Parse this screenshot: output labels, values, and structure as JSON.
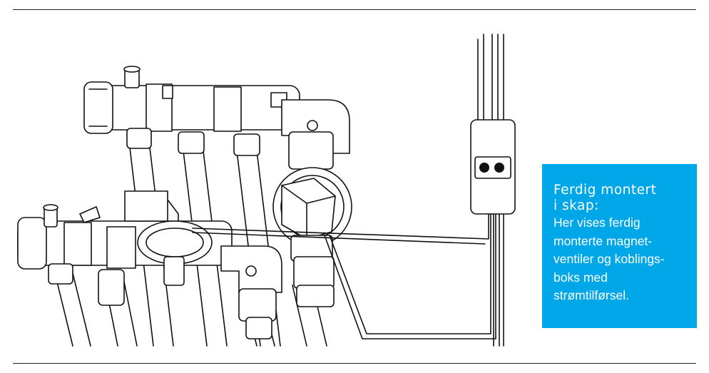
{
  "callout": {
    "title": "Ferdig montert\ni skap:",
    "body": "Her vises ferdig\nmonterte magnet-\nventiler og koblings-\nboks med\nstrømtilførsel.",
    "background_color": "#00a7e8",
    "text_color": "#ffffff"
  },
  "illustration": {
    "items": [
      "manifold-pipes",
      "solenoid-valve",
      "junction-box",
      "power-cable"
    ]
  }
}
